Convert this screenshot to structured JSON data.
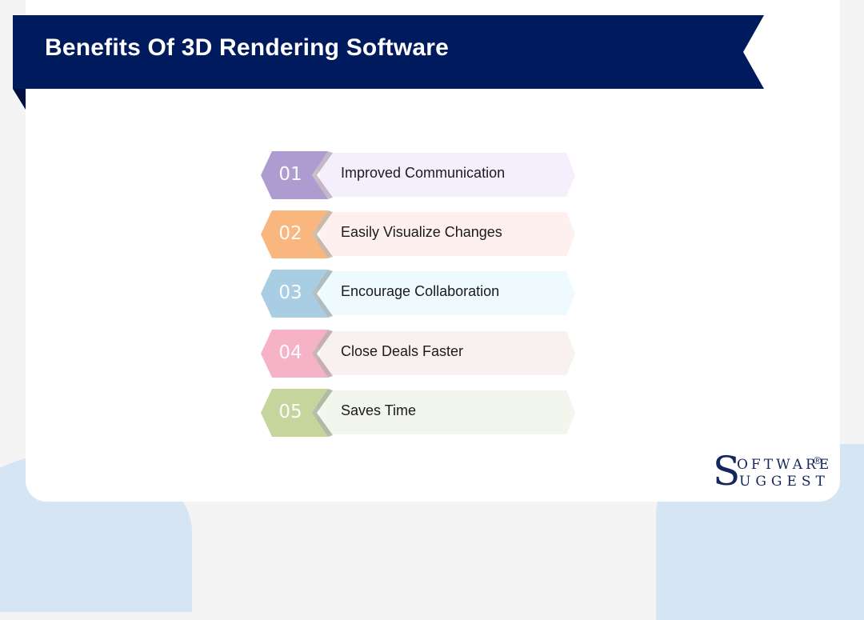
{
  "title": "Benefits Of 3D Rendering Software",
  "colors": {
    "banner": "#001a5e",
    "banner_fold": "#001040",
    "text": "#1b1b1b",
    "logo": "#15265e",
    "background_accent": "#d6e5f4"
  },
  "items": [
    {
      "number": "01",
      "label": "Improved Communication",
      "badge_color": "#ae9bd0",
      "fill_color": "#f5effd"
    },
    {
      "number": "02",
      "label": "Easily Visualize Changes",
      "badge_color": "#f9b67e",
      "fill_color": "#fdf0ef"
    },
    {
      "number": "03",
      "label": "Encourage Collaboration",
      "badge_color": "#a9cde3",
      "fill_color": "#eefafe"
    },
    {
      "number": "04",
      "label": "Close Deals Faster",
      "badge_color": "#f6b2c6",
      "fill_color": "#f9f0f0"
    },
    {
      "number": "05",
      "label": "Saves Time",
      "badge_color": "#c5d59b",
      "fill_color": "#f3f6ec"
    }
  ],
  "logo": {
    "initial": "S",
    "top": "OFTWARE",
    "bottom": "UGGEST",
    "registered": "®"
  }
}
